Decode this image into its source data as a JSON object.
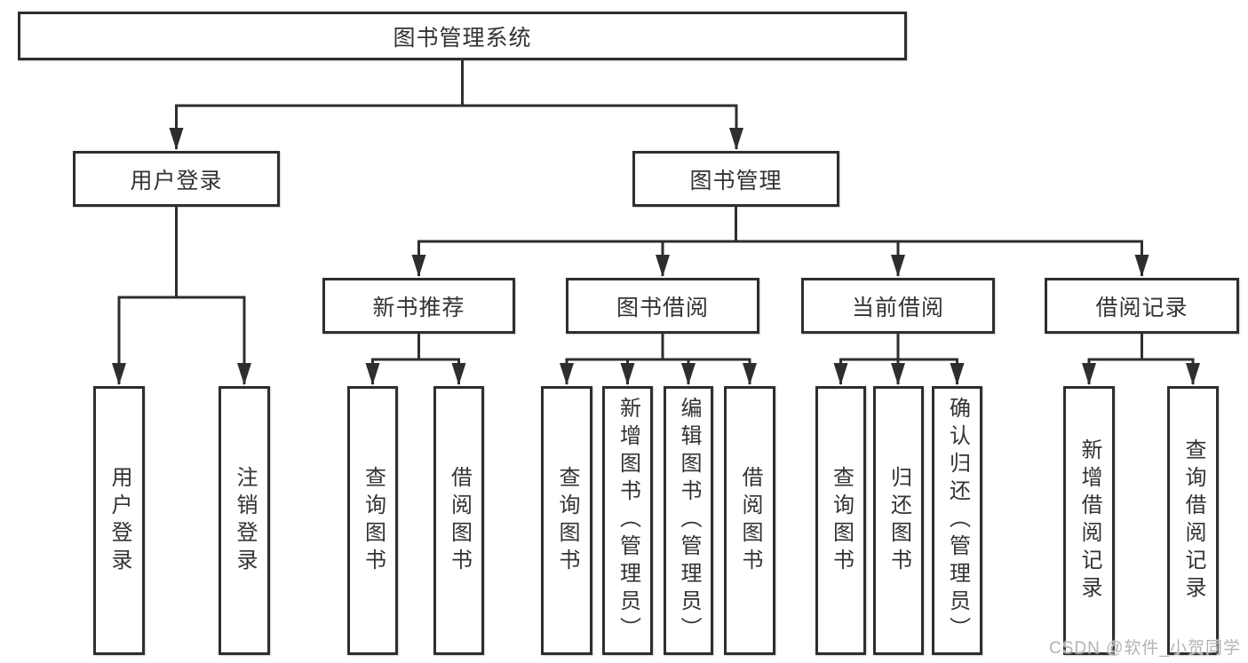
{
  "colors": {
    "line": "#2e2e2e",
    "text": "#333333",
    "watermark": "#b3b3b3",
    "background": "#ffffff"
  },
  "tree": {
    "label": "图书管理系统",
    "children": [
      {
        "label": "用户登录",
        "children": [
          {
            "label": "用户登录"
          },
          {
            "label": "注销登录"
          }
        ]
      },
      {
        "label": "图书管理",
        "children": [
          {
            "label": "新书推荐",
            "children": [
              {
                "label": "查询图书"
              },
              {
                "label": "借阅图书"
              }
            ]
          },
          {
            "label": "图书借阅",
            "children": [
              {
                "label": "查询图书"
              },
              {
                "label": "新增图书（管理员）"
              },
              {
                "label": "编辑图书（管理员）"
              },
              {
                "label": "借阅图书"
              }
            ]
          },
          {
            "label": "当前借阅",
            "children": [
              {
                "label": "查询图书"
              },
              {
                "label": "归还图书"
              },
              {
                "label": "确认归还（管理员）"
              }
            ]
          },
          {
            "label": "借阅记录",
            "children": [
              {
                "label": "新增借阅记录"
              },
              {
                "label": "查询借阅记录"
              }
            ]
          }
        ]
      }
    ]
  },
  "watermark": {
    "text": "CSDN @软件_小贺同学"
  }
}
